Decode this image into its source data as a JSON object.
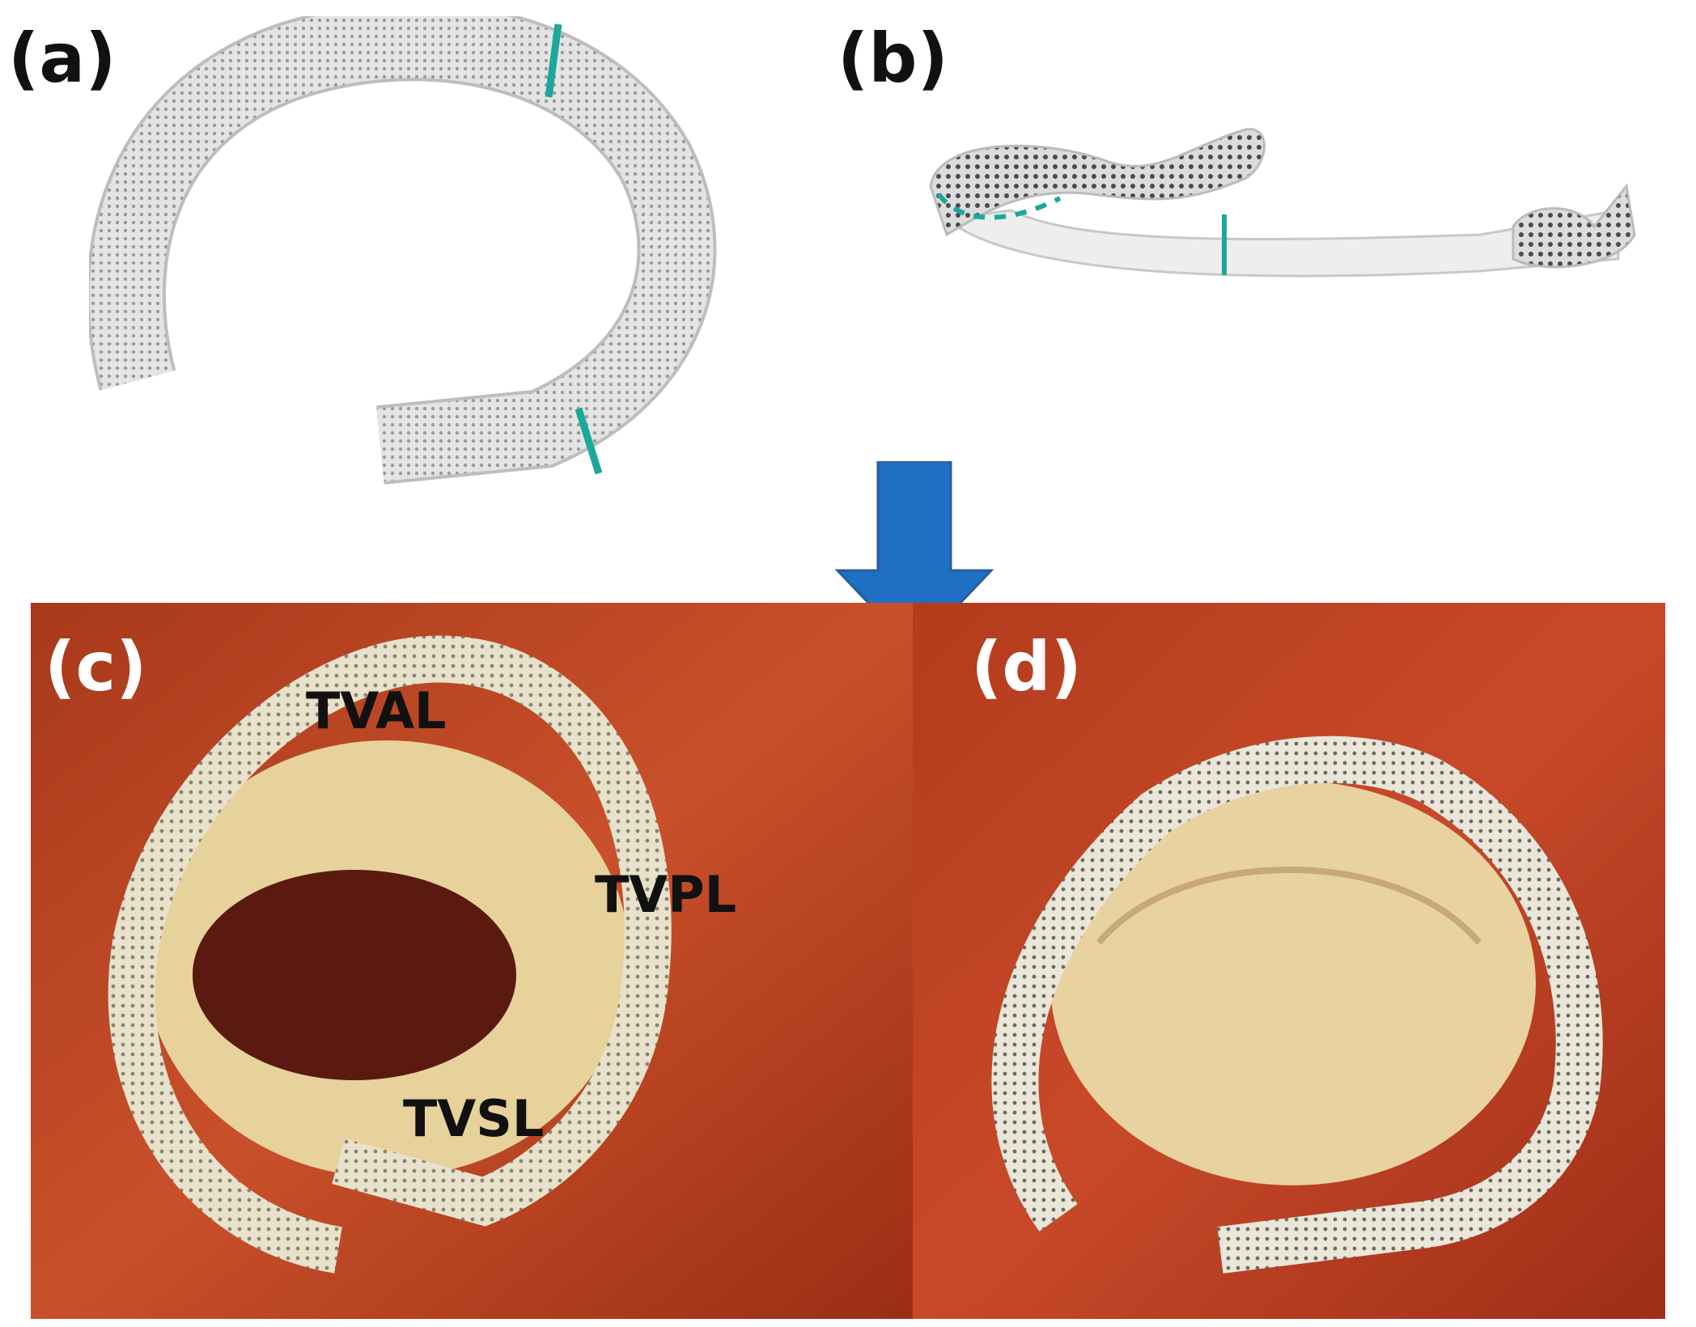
{
  "panels": {
    "a": {
      "label": "(a)"
    },
    "b": {
      "label": "(b)"
    },
    "c": {
      "label": "(c)",
      "annotations": {
        "anterior": "TVAL",
        "posterior": "TVPL",
        "septal": "TVSL"
      }
    },
    "d": {
      "label": "(d)"
    }
  },
  "colors": {
    "arrow": "#1f6fc4",
    "ring_mesh": "#d9d9d9",
    "ring_marker": "#1aa89c",
    "tissue": "#b53a14"
  },
  "icons": {
    "transition": "arrow-down-icon"
  }
}
